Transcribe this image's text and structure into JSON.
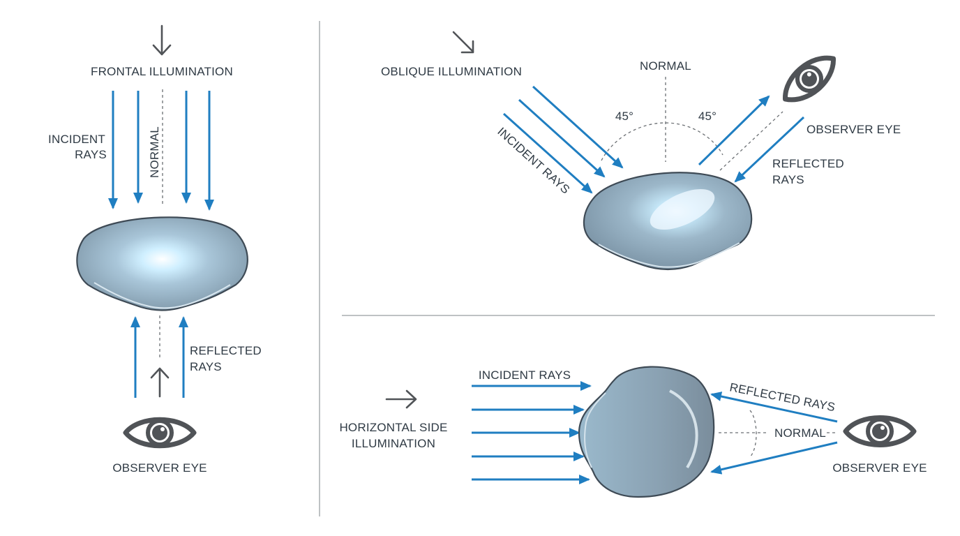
{
  "panels": {
    "frontal": {
      "title": "FRONTAL ILLUMINATION",
      "incident_label": [
        "INCIDENT",
        "RAYS"
      ],
      "normal_label": "NORMAL",
      "reflected_label": [
        "REFLECTED",
        "RAYS"
      ],
      "observer_label": "OBSERVER EYE"
    },
    "oblique": {
      "title": "OBLIQUE ILLUMINATION",
      "normal_label": "NORMAL",
      "angle_left": "45°",
      "angle_right": "45°",
      "incident_label": "INCIDENT RAYS",
      "observer_label": "OBSERVER EYE",
      "reflected_label": [
        "REFLECTED",
        "RAYS"
      ]
    },
    "side": {
      "title": [
        "HORIZONTAL SIDE",
        "ILLUMINATION"
      ],
      "incident_label": "INCIDENT RAYS",
      "reflected_label": "REFLECTED RAYS",
      "normal_label": "NORMAL",
      "observer_label": "OBSERVER EYE"
    }
  },
  "colors": {
    "ray": "#1f7ec1",
    "drop_fill": "#8ea6b8",
    "outline": "#3e4a55",
    "icon": "#505357",
    "text": "#2f3a44"
  },
  "icons": [
    "arrow-down-icon",
    "arrow-diagonal-icon",
    "arrow-up-icon",
    "arrow-right-icon",
    "eye-icon"
  ]
}
